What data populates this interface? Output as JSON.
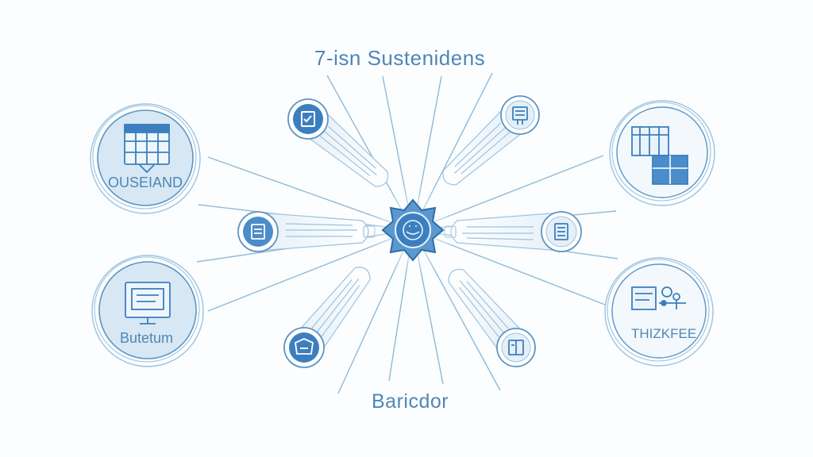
{
  "diagram": {
    "title": "7-isn Sustenidens",
    "footer": "Baricdor",
    "colors": {
      "stroke": "#5c95c4",
      "fill_light": "#d7e8f4",
      "fill_mid": "#a9cbe6",
      "fill_dark": "#3c7fbf",
      "line": "#8fbad9"
    },
    "hub": {
      "icon": "gear-star-icon"
    },
    "nodes": [
      {
        "id": "osealand",
        "label": "OUSEIAND",
        "icon": "calendar-grid-icon"
      },
      {
        "id": "butetum",
        "label": "Butetum",
        "icon": "monitor-icon"
      },
      {
        "id": "thizkfee",
        "label": "THIZKFEE",
        "icon": "dashboard-icon"
      },
      {
        "id": "top-right",
        "label": "",
        "icon": "building-icon"
      }
    ],
    "spokes": [
      {
        "id": "upper-left",
        "icon": "checklist-icon"
      },
      {
        "id": "upper-right",
        "icon": "clipboard-icon"
      },
      {
        "id": "left",
        "icon": "document-icon"
      },
      {
        "id": "right",
        "icon": "list-icon"
      },
      {
        "id": "lower-left",
        "icon": "shield-icon"
      },
      {
        "id": "lower-right",
        "icon": "book-icon"
      }
    ]
  }
}
